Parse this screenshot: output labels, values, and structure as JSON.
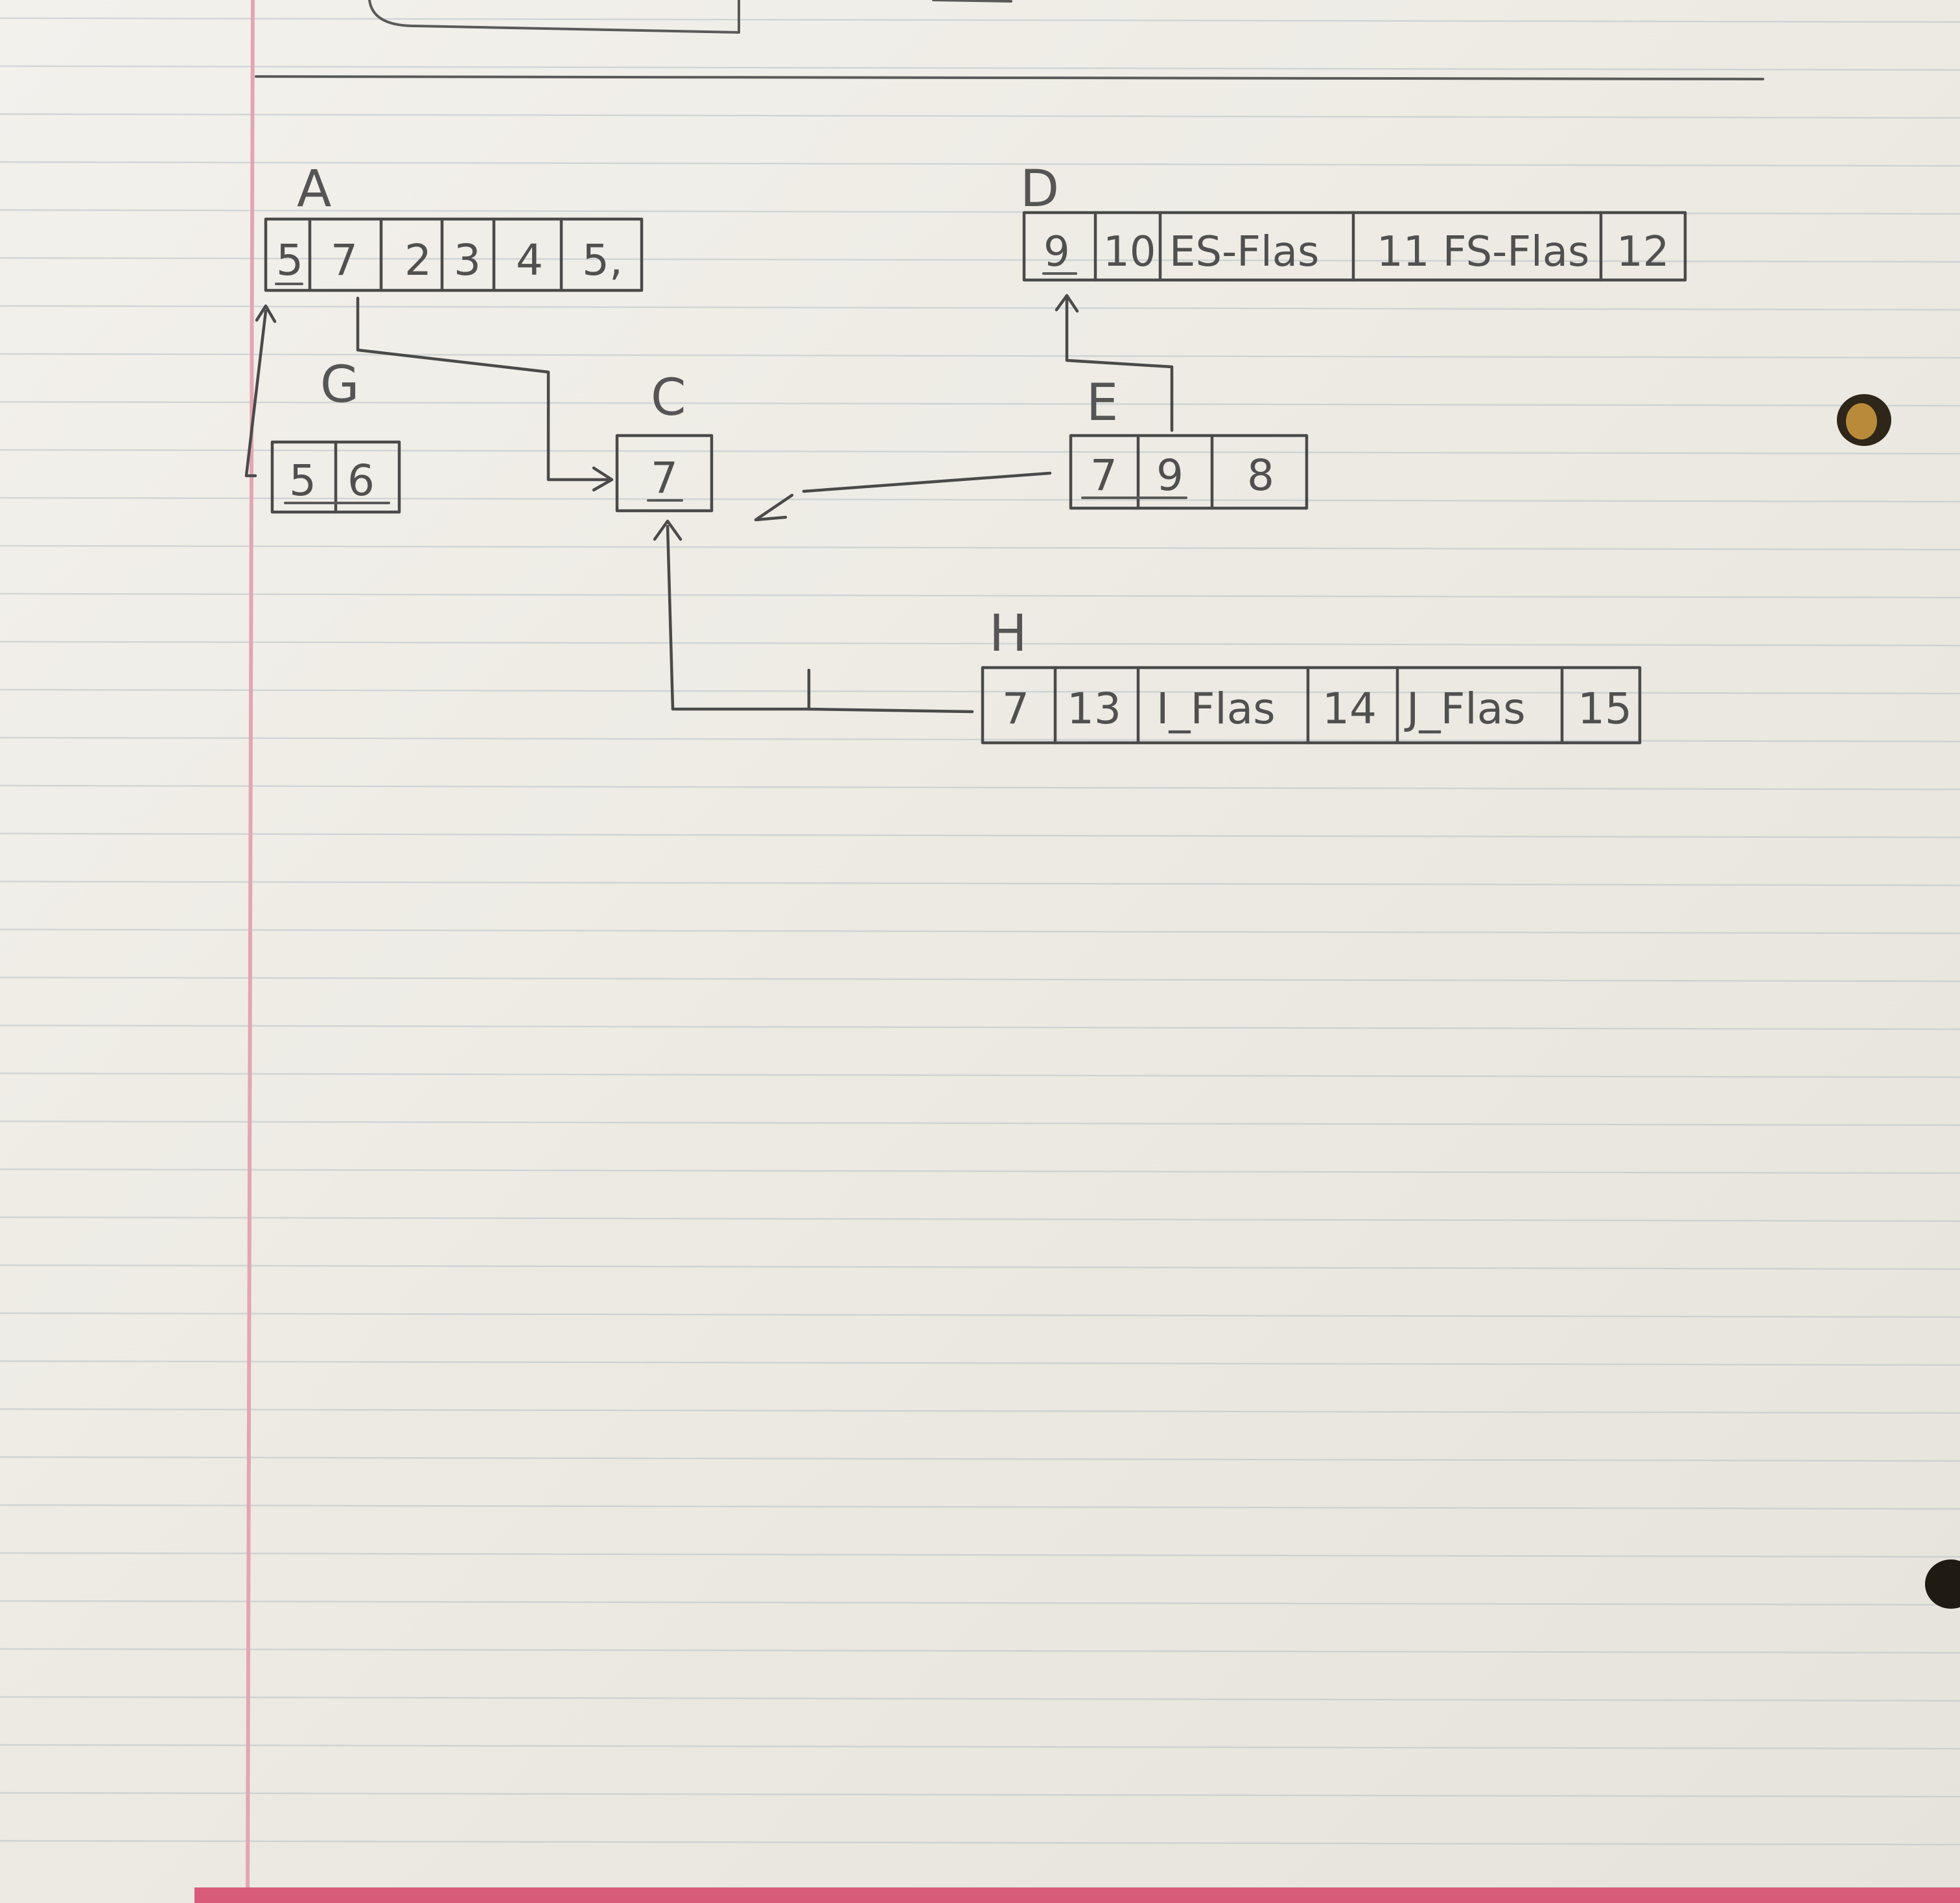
{
  "paper": {
    "background": "#efece6",
    "rule_color": "#b9c2c9",
    "margin_color": "#e2a6b2",
    "ink_color": "#4a4a4a"
  },
  "nodes": [
    {
      "id": "A",
      "label": "A",
      "cells": [
        "5",
        "7",
        "2",
        "3",
        "4",
        "5,"
      ]
    },
    {
      "id": "D",
      "label": "D",
      "cells": [
        "9",
        "10",
        "ES-Flas",
        "11 FS-Flas",
        "12"
      ]
    },
    {
      "id": "G",
      "label": "G",
      "cells": [
        "5",
        "6"
      ]
    },
    {
      "id": "C",
      "label": "C",
      "cells": [
        "7"
      ]
    },
    {
      "id": "E",
      "label": "E",
      "cells": [
        "7",
        "9",
        "8"
      ]
    },
    {
      "id": "H",
      "label": "H",
      "cells": [
        "7",
        "13",
        "I_Flas",
        "14",
        "J_Flas",
        "15"
      ]
    }
  ],
  "edges": [
    {
      "from": "G",
      "to": "A"
    },
    {
      "from": "A",
      "to": "C"
    },
    {
      "from": "E",
      "to": "D"
    },
    {
      "from": "E",
      "to": "C"
    },
    {
      "from": "H",
      "to": "C"
    }
  ]
}
